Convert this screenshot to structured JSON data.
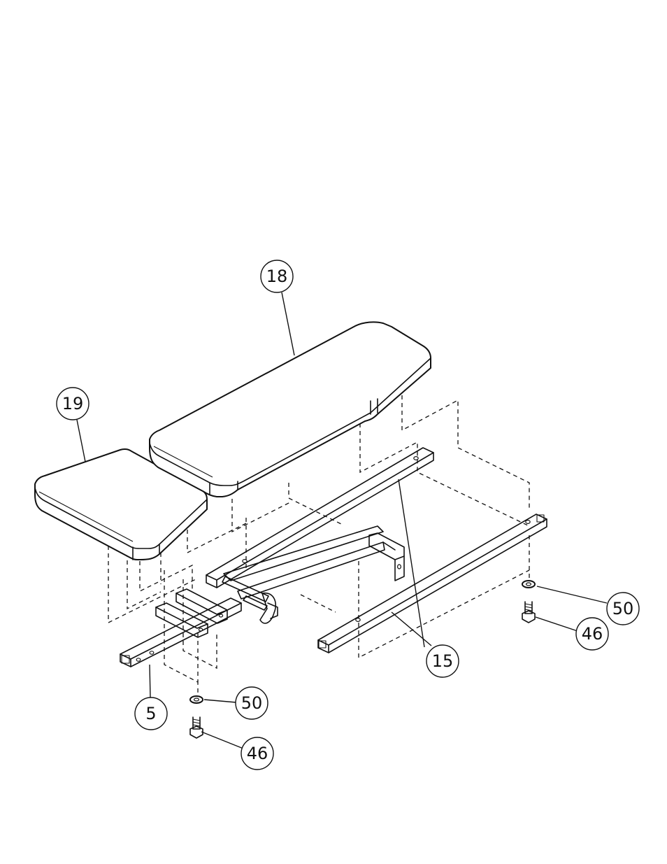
{
  "callouts": [
    {
      "id": "c18",
      "label": "18"
    },
    {
      "id": "c19",
      "label": "19"
    },
    {
      "id": "c15",
      "label": "15"
    },
    {
      "id": "c5",
      "label": "5"
    },
    {
      "id": "c50a",
      "label": "50"
    },
    {
      "id": "c46a",
      "label": "46"
    },
    {
      "id": "c50b",
      "label": "50"
    },
    {
      "id": "c46b",
      "label": "46"
    }
  ]
}
